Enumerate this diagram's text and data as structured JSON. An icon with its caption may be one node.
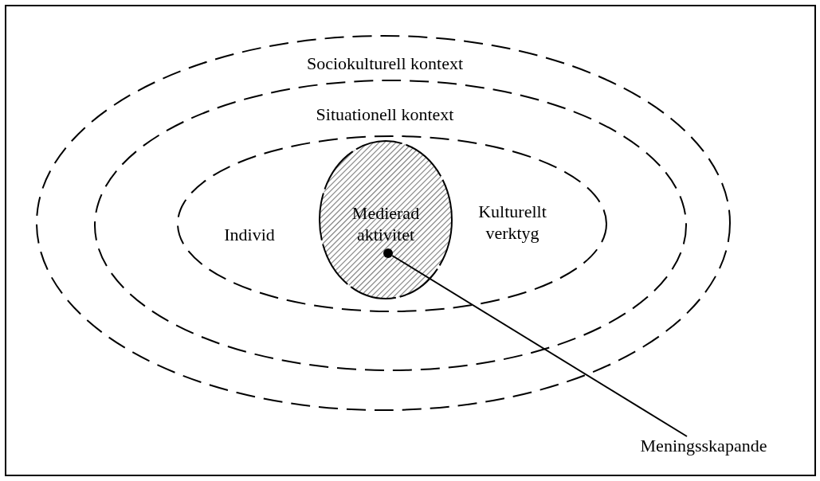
{
  "diagram": {
    "nodes": [
      {
        "text": [
          "Sociokulturell kontext"
        ]
      },
      {
        "text": [
          "Situationell kontext"
        ],
        "in": 0
      },
      {
        "text": [
          "Individ"
        ],
        "in": 1
      },
      {
        "text": [
          "Medierad aktivitet"
        ],
        "in": 2
      },
      {
        "text": [
          "Meningsskapande"
        ]
      },
      {
        "text": [],
        "shape": "circle",
        "in": 3
      }
    ],
    "edges": [
      {
        "from": 4,
        "to": 5,
        "arrow": "none"
      }
    ],
    "labels": [
      "Kulturellt verktyg"
    ]
  }
}
